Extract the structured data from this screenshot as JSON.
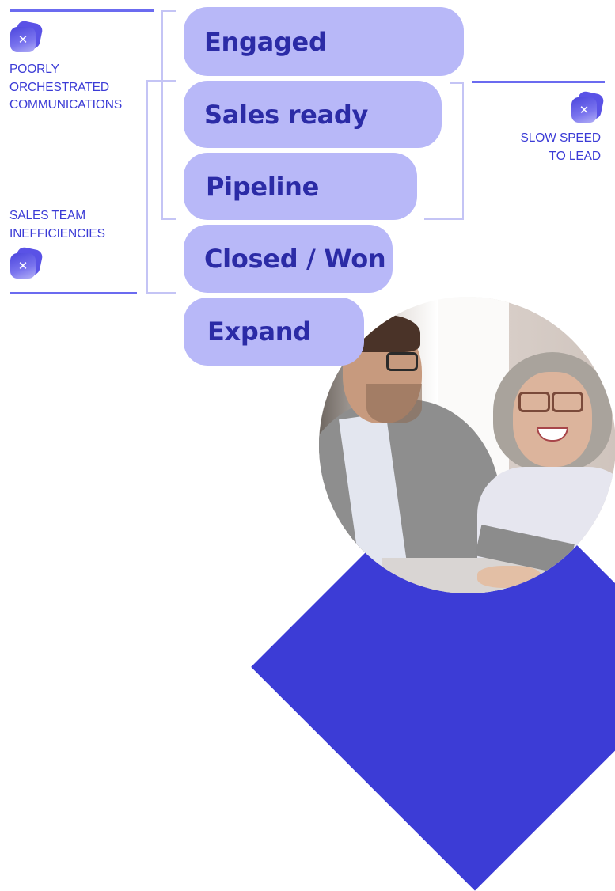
{
  "stages": [
    {
      "label": "Engaged"
    },
    {
      "label": "Sales ready"
    },
    {
      "label": "Pipeline"
    },
    {
      "label": "Closed / Won"
    },
    {
      "label": "Expand"
    }
  ],
  "challenges": {
    "poorly_orchestrated": {
      "line1": "POORLY",
      "line2": "ORCHESTRATED",
      "line3": "COMMUNICATIONS",
      "icon": "x-icon"
    },
    "slow_speed": {
      "line1": "SLOW SPEED",
      "line2": "TO LEAD",
      "icon": "x-icon"
    },
    "sales_team": {
      "line1": "SALES TEAM",
      "line2": "INEFFICIENCIES",
      "icon": "x-icon"
    }
  },
  "icon_glyph": "✕",
  "colors": {
    "pill_bg": "#b8b8f8",
    "pill_text": "#2b2ba6",
    "label_text": "#3b3bd6",
    "accent_line": "#6b6bf0",
    "bracket_line": "#c4c4f5",
    "corner_blue": "#3c3cd6"
  },
  "photo": {
    "description": "Two smiling colleagues in an office meeting"
  }
}
